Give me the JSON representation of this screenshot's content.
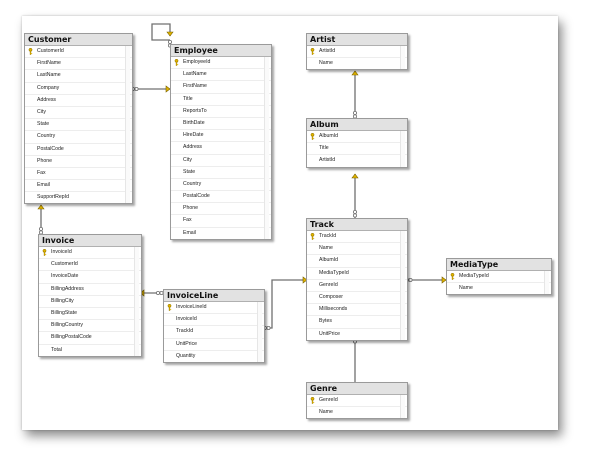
{
  "diagram": {
    "tables": [
      {
        "id": "customer",
        "title": "Customer",
        "columns": [
          {
            "name": "CustomerId",
            "pk": true
          },
          {
            "name": "FirstName"
          },
          {
            "name": "LastName"
          },
          {
            "name": "Company"
          },
          {
            "name": "Address"
          },
          {
            "name": "City"
          },
          {
            "name": "State"
          },
          {
            "name": "Country"
          },
          {
            "name": "PostalCode"
          },
          {
            "name": "Phone"
          },
          {
            "name": "Fax"
          },
          {
            "name": "Email"
          },
          {
            "name": "SupportRepId"
          }
        ]
      },
      {
        "id": "employee",
        "title": "Employee",
        "columns": [
          {
            "name": "EmployeeId",
            "pk": true
          },
          {
            "name": "LastName"
          },
          {
            "name": "FirstName"
          },
          {
            "name": "Title"
          },
          {
            "name": "ReportsTo"
          },
          {
            "name": "BirthDate"
          },
          {
            "name": "HireDate"
          },
          {
            "name": "Address"
          },
          {
            "name": "City"
          },
          {
            "name": "State"
          },
          {
            "name": "Country"
          },
          {
            "name": "PostalCode"
          },
          {
            "name": "Phone"
          },
          {
            "name": "Fax"
          },
          {
            "name": "Email"
          }
        ]
      },
      {
        "id": "artist",
        "title": "Artist",
        "columns": [
          {
            "name": "ArtistId",
            "pk": true
          },
          {
            "name": "Name"
          }
        ]
      },
      {
        "id": "album",
        "title": "Album",
        "columns": [
          {
            "name": "AlbumId",
            "pk": true
          },
          {
            "name": "Title"
          },
          {
            "name": "ArtistId"
          }
        ]
      },
      {
        "id": "invoice",
        "title": "Invoice",
        "columns": [
          {
            "name": "InvoiceId",
            "pk": true
          },
          {
            "name": "CustomerId"
          },
          {
            "name": "InvoiceDate"
          },
          {
            "name": "BillingAddress"
          },
          {
            "name": "BillingCity"
          },
          {
            "name": "BillingState"
          },
          {
            "name": "BillingCountry"
          },
          {
            "name": "BillingPostalCode"
          },
          {
            "name": "Total"
          }
        ]
      },
      {
        "id": "invoiceline",
        "title": "InvoiceLine",
        "columns": [
          {
            "name": "InvoiceLineId",
            "pk": true
          },
          {
            "name": "InvoiceId"
          },
          {
            "name": "TrackId"
          },
          {
            "name": "UnitPrice"
          },
          {
            "name": "Quantity"
          }
        ]
      },
      {
        "id": "track",
        "title": "Track",
        "columns": [
          {
            "name": "TrackId",
            "pk": true
          },
          {
            "name": "Name"
          },
          {
            "name": "AlbumId"
          },
          {
            "name": "MediaTypeId"
          },
          {
            "name": "GenreId"
          },
          {
            "name": "Composer"
          },
          {
            "name": "Milliseconds"
          },
          {
            "name": "Bytes"
          },
          {
            "name": "UnitPrice"
          }
        ]
      },
      {
        "id": "mediatype",
        "title": "MediaType",
        "columns": [
          {
            "name": "MediaTypeId",
            "pk": true
          },
          {
            "name": "Name"
          }
        ]
      },
      {
        "id": "genre",
        "title": "Genre",
        "columns": [
          {
            "name": "GenreId",
            "pk": true
          },
          {
            "name": "Name"
          }
        ]
      }
    ],
    "relationships": [
      {
        "from": "customer",
        "to": "employee"
      },
      {
        "from": "employee",
        "to": "employee"
      },
      {
        "from": "invoice",
        "to": "customer"
      },
      {
        "from": "invoiceline",
        "to": "invoice"
      },
      {
        "from": "invoiceline",
        "to": "track"
      },
      {
        "from": "album",
        "to": "artist"
      },
      {
        "from": "track",
        "to": "album"
      },
      {
        "from": "track",
        "to": "mediatype"
      },
      {
        "from": "track",
        "to": "genre"
      }
    ],
    "colors": {
      "key": "#e0b400",
      "line": "#707070",
      "title_bg": "#e2e2e2",
      "border": "#9a9a9a"
    }
  }
}
